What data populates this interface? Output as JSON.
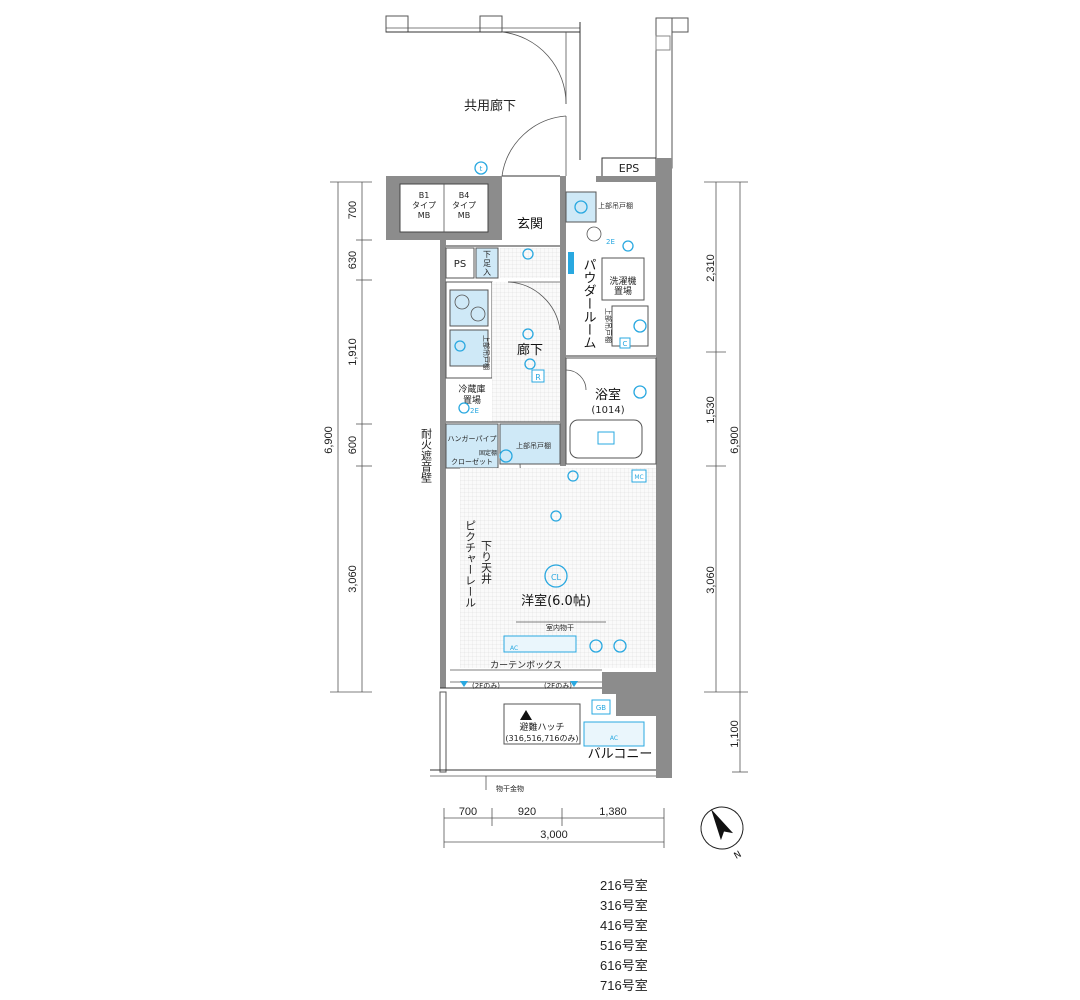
{
  "labels": {
    "common_corridor": "共用廊下",
    "eps": "EPS",
    "b1_type": "B1\nタイプ\nMB",
    "b1_line1": "B1",
    "b1_line2": "タイプ",
    "b1_line3": "MB",
    "b4_line1": "B4",
    "b4_line2": "タイプ",
    "b4_line3": "MB",
    "entrance": "玄関",
    "ps": "PS",
    "shoe_box_1": "下",
    "shoe_box_2": "足",
    "shoe_box_3": "入",
    "powder_room": "パウダールーム",
    "washer_1": "洗濯機",
    "washer_2": "置場",
    "upper_cabinet_top": "上部吊戸棚",
    "upper_cabinet_vertical": "上部吊戸棚",
    "upper_shelf_vertical": "上部吊戸棚",
    "hallway": "廊下",
    "bath": "浴室",
    "bath_size": "(1014)",
    "fridge_1": "冷蔵庫",
    "fridge_2": "置場",
    "hanger_pipe": "ハンガーパイプ",
    "fixed_shelf": "固定棚",
    "closet": "クローゼット",
    "upper_cabinet_2": "上部吊戸棚",
    "fire_wall": "耐火遮音壁",
    "picture_rail": "ピクチャーレール",
    "lowered_ceiling": "下り天井",
    "western_room": "洋室(6.0帖)",
    "cl": "CL",
    "indoor_drying": "室内物干",
    "ac": "AC",
    "curtain_box": "カーテンボックス",
    "only_2f_left": "(2Fのみ)",
    "only_2f_right": "(2Fのみ)",
    "gb": "GB",
    "mc": "MC",
    "escape_hatch": "避難ハッチ",
    "escape_hatch_note": "(316,516,716のみ)",
    "balcony": "バルコニー",
    "balcony_ac": "AC",
    "drying_hardware": "物干金物",
    "outlet_2e_a": "2E",
    "outlet_2e_b": "2E",
    "outlet_r": "R",
    "north": "N"
  },
  "dimensions": {
    "left": [
      "700",
      "630",
      "1,910",
      "600",
      "3,060",
      "6,900"
    ],
    "right": [
      "2,310",
      "1,530",
      "3,060",
      "6,900",
      "1,100"
    ],
    "bottom": [
      "700",
      "920",
      "1,380",
      "3,000"
    ]
  },
  "units": [
    "216号室",
    "316号室",
    "416号室",
    "516号室",
    "616号室",
    "716号室"
  ],
  "colors": {
    "accent": "#29a8e0",
    "wall": "#8c8c8c",
    "wet_area": "#cfe9f7"
  }
}
